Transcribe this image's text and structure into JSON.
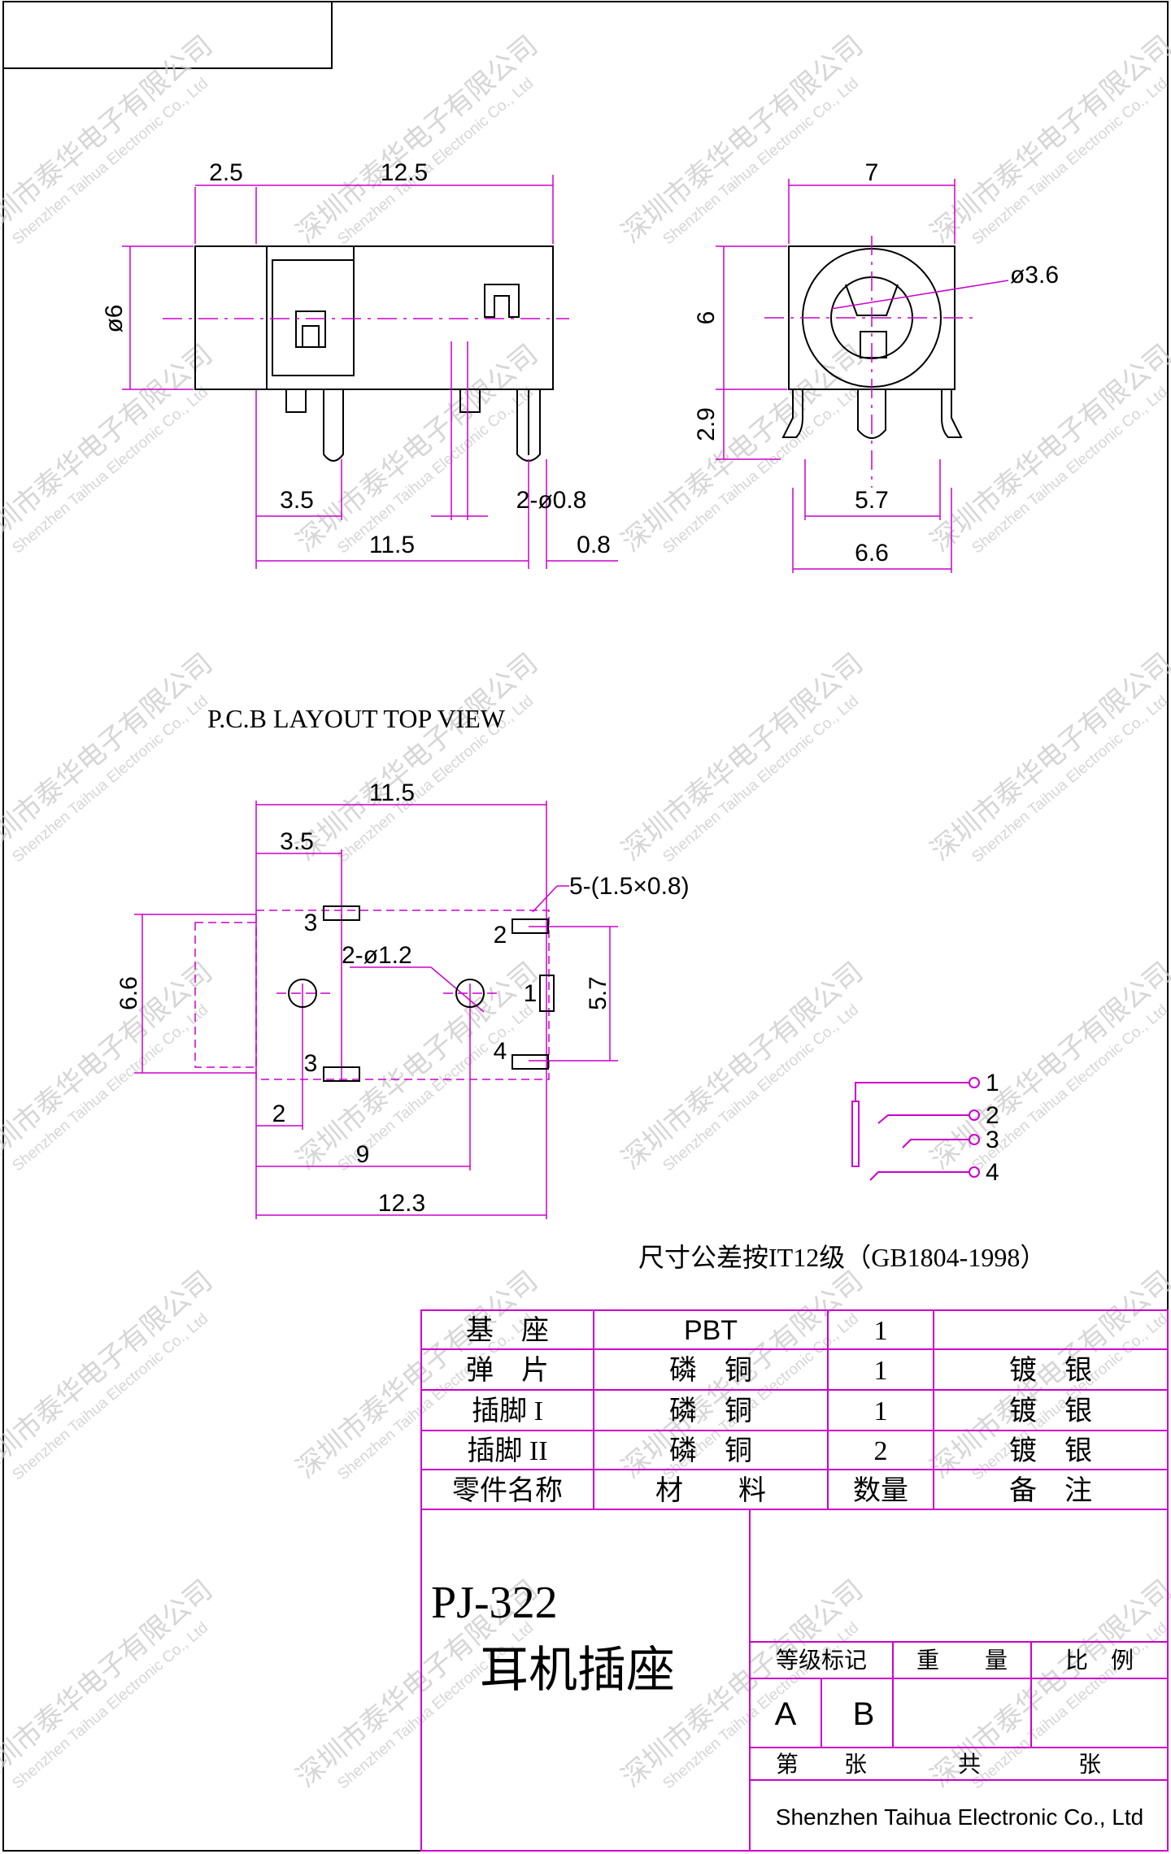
{
  "watermark": {
    "cn": "深圳市泰华电子有限公司",
    "en": "Shenzhen Taihua Electronic Co., Ltd"
  },
  "side_view": {
    "dims": {
      "d_top_left": "2.5",
      "d_top_main": "12.5",
      "d_dia": "ø6",
      "d_35": "3.5",
      "d_pin": "2-ø0.8",
      "d_115": "11.5",
      "d_08": "0.8"
    }
  },
  "front_view": {
    "dims": {
      "d_7": "7",
      "d_dia36": "ø3.6",
      "d_6": "6",
      "d_29": "2.9",
      "d_57": "5.7",
      "d_66": "6.6"
    }
  },
  "pcb": {
    "title": "P.C.B LAYOUT   TOP VIEW",
    "dims": {
      "d_115": "11.5",
      "d_35": "3.5",
      "d_pad": "5-(1.5×0.8)",
      "d_hole": "2-ø1.2",
      "d_66": "6.6",
      "d_57": "5.7",
      "d_2": "2",
      "d_9": "9",
      "d_123": "12.3"
    },
    "pins": {
      "p3a": "3",
      "p2": "2",
      "p1": "1",
      "p4": "4",
      "p3b": "3"
    }
  },
  "schematic": {
    "pins": [
      "1",
      "2",
      "3",
      "4"
    ]
  },
  "tolerance_note": "尺寸公差按IT12级（GB1804-1998）",
  "bom": {
    "rows": [
      {
        "part": "基　座",
        "material": "PBT",
        "qty": "1",
        "remark": ""
      },
      {
        "part": "弹　片",
        "material": "磷　铜",
        "qty": "1",
        "remark": "镀　银"
      },
      {
        "part": "插脚 I",
        "material": "磷　铜",
        "qty": "1",
        "remark": "镀　银"
      },
      {
        "part": "插脚 II",
        "material": "磷　铜",
        "qty": "2",
        "remark": "镀　银"
      }
    ],
    "header": {
      "part": "零件名称",
      "material": "材　　料",
      "qty": "数量",
      "remark": "备　注"
    }
  },
  "title_block": {
    "model": "PJ-322",
    "name": "耳机插座",
    "grade_label": "等级标记",
    "weight_label": "重　　量",
    "scale_label": "比　例",
    "grade_a": "A",
    "grade_b": "B",
    "sheet_no": "第　　张",
    "total": "共",
    "sheets": "张",
    "company": "Shenzhen Taihua Electronic Co., Ltd"
  },
  "colors": {
    "dimension": "#cc00cc",
    "outline": "#000000"
  }
}
